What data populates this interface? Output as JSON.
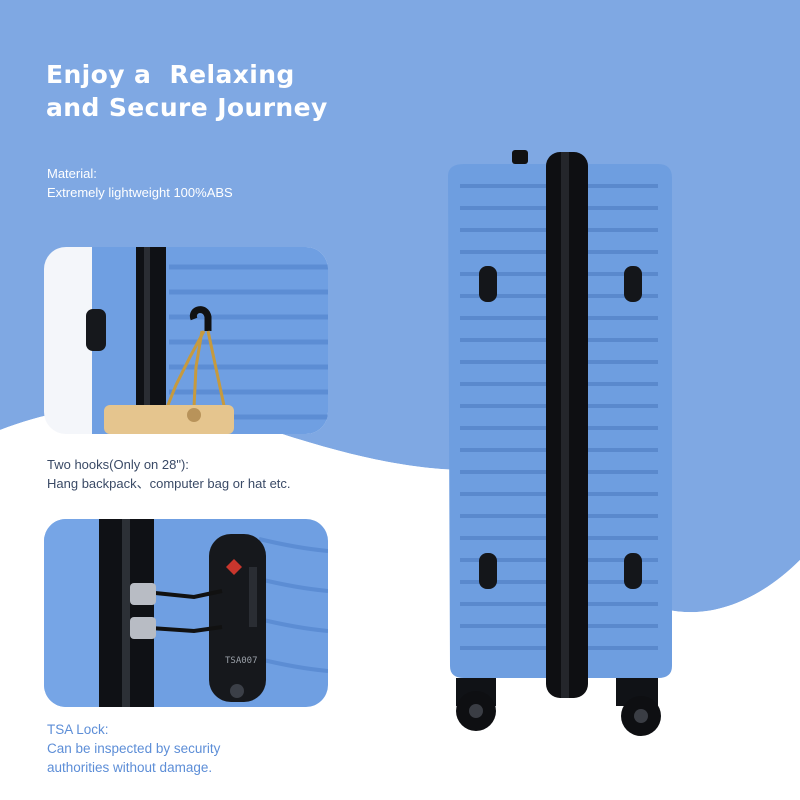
{
  "headline": {
    "line1": "Enjoy a  Relaxing",
    "line2": "and Secure Journey"
  },
  "material": {
    "title": "Material:",
    "description": "Extremely lightweight 100%ABS"
  },
  "hooks": {
    "title": "Two hooks(Only on 28\"):",
    "description": "Hang backpack、computer bag or hat etc."
  },
  "tsa": {
    "title": "TSA Lock:",
    "line1": "Can be inspected by security",
    "line2": "authorities without damage.",
    "lock_engraving": "TSA007"
  },
  "colors": {
    "background_blue": "#7fa8e3",
    "white_wave": "#ffffff",
    "suitcase_blue": "#6e9ee0",
    "zipper_black": "#111111",
    "heading_text": "#ffffff",
    "tsa_text": "#5d8ed7"
  },
  "icons": {
    "hook": "hook-icon",
    "lock": "tsa-lock-icon",
    "wheel": "spinner-wheel-icon"
  }
}
